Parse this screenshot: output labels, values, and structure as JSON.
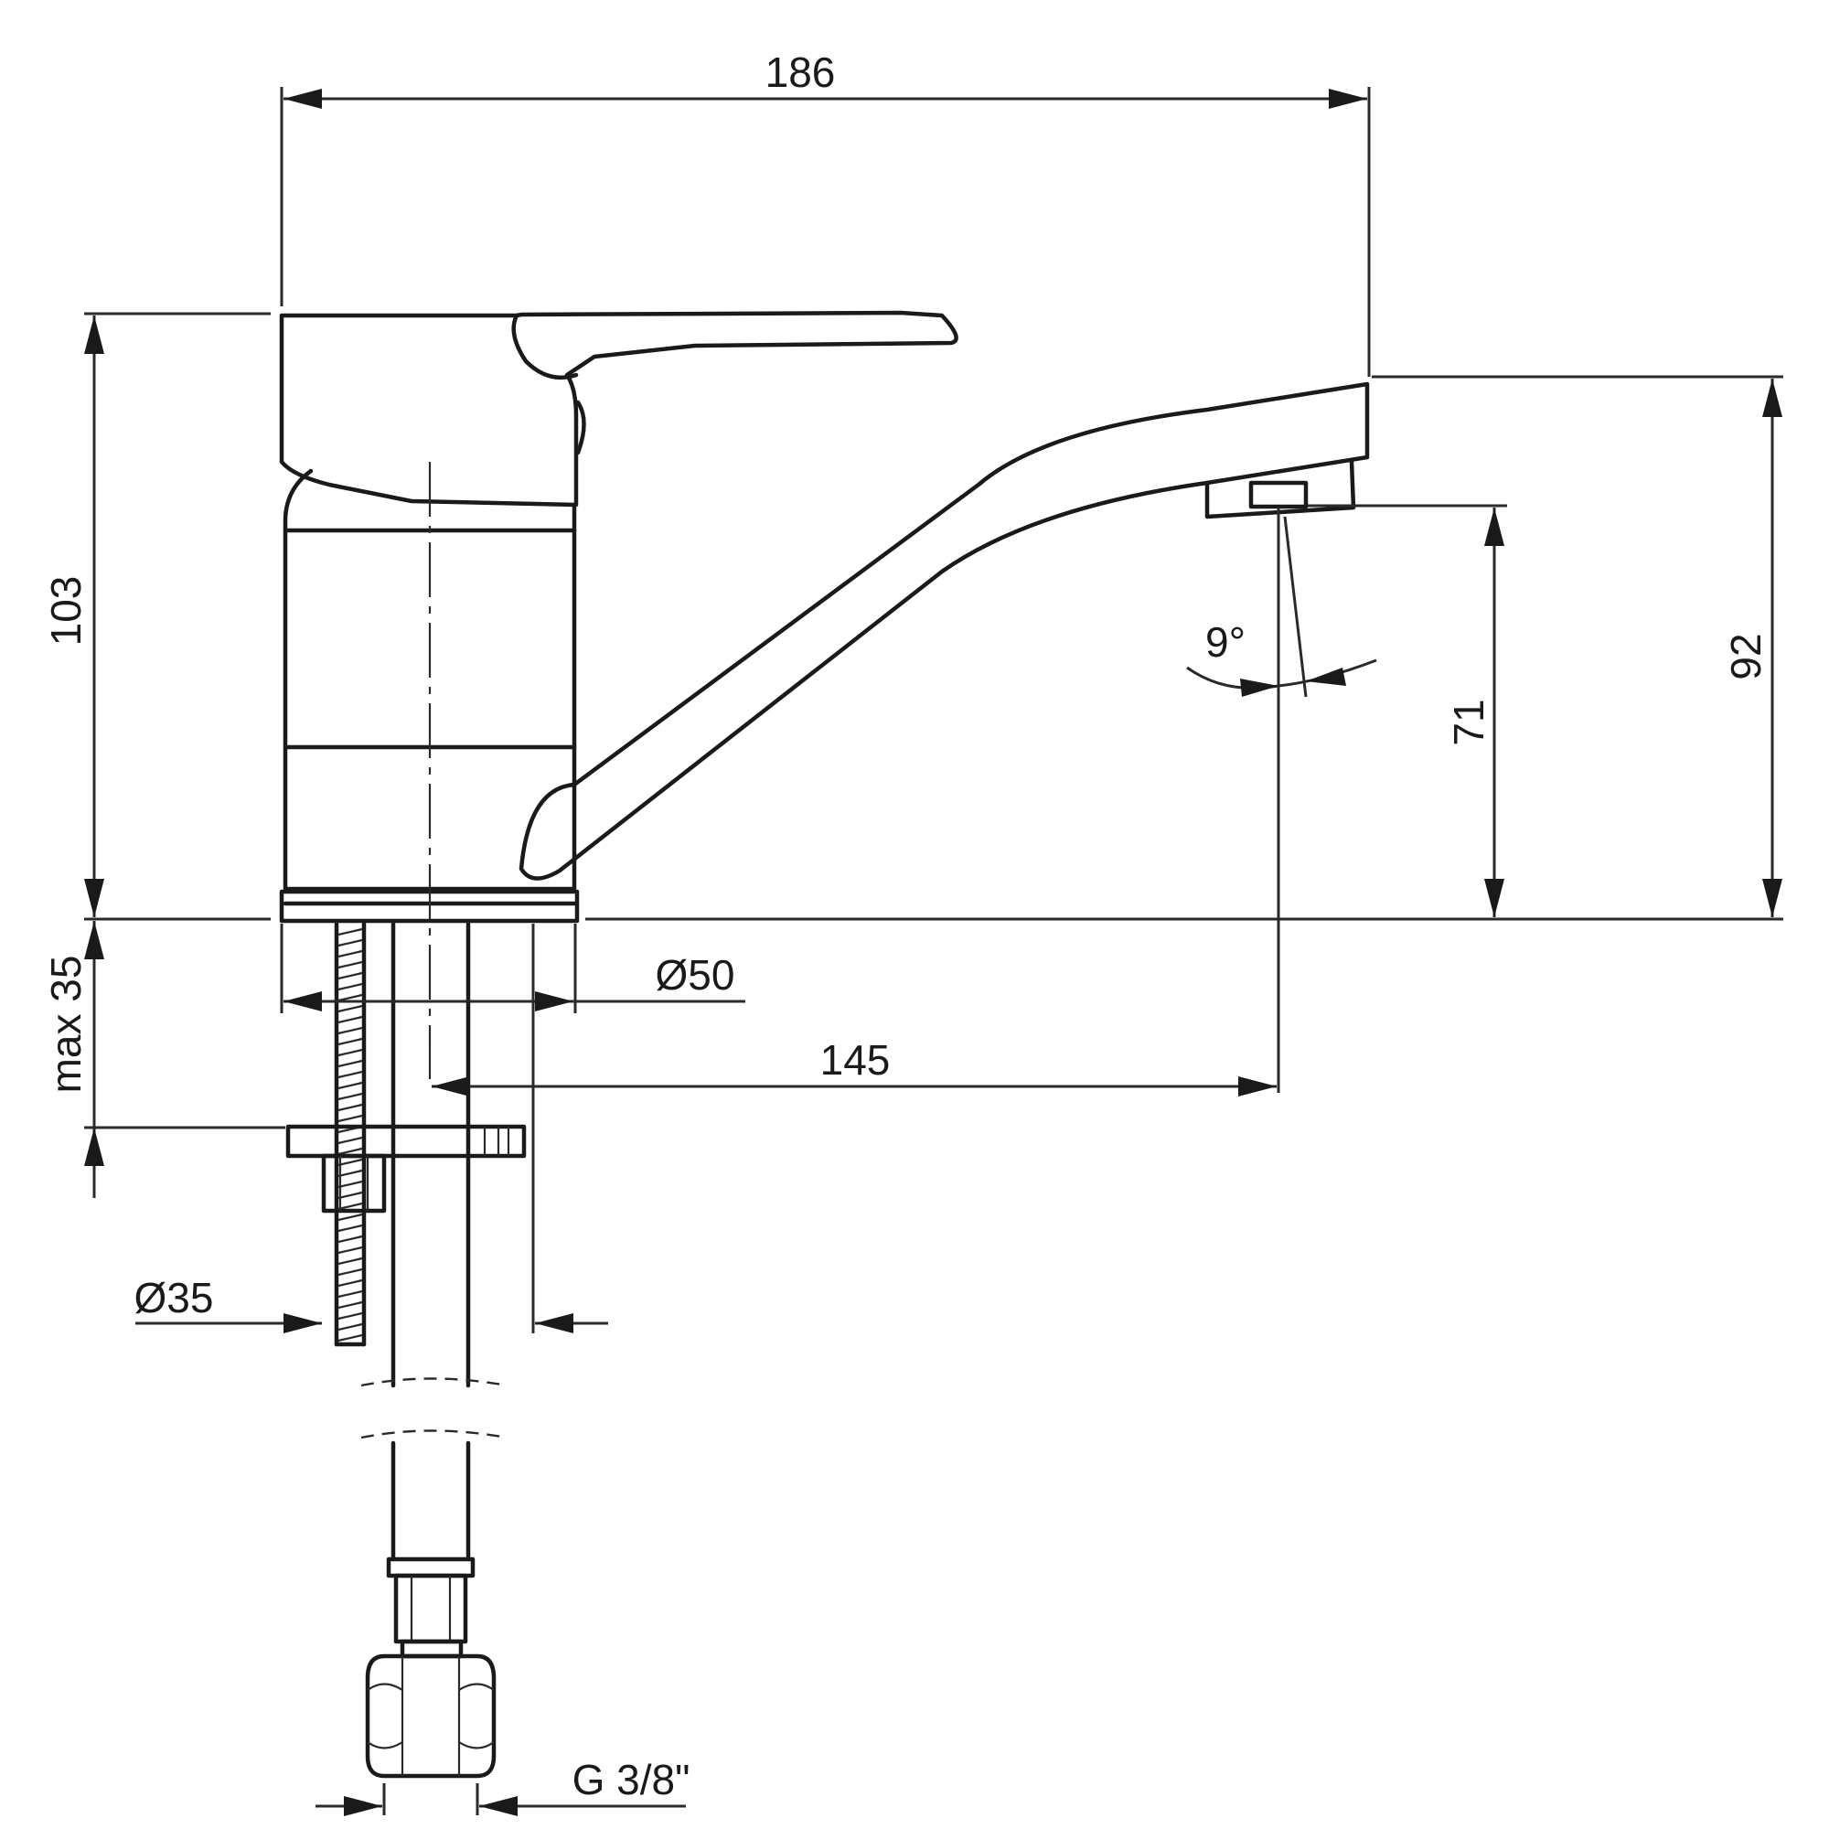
{
  "dimensions": {
    "overall_length": "186",
    "total_height": "103",
    "spout_height": "92",
    "outlet_clearance": "71",
    "spout_angle": "9°",
    "base_diameter": "Ø50",
    "spout_reach": "145",
    "max_thickness": "max 35",
    "hole_diameter": "Ø35",
    "connection_thread": "G 3/8\""
  }
}
